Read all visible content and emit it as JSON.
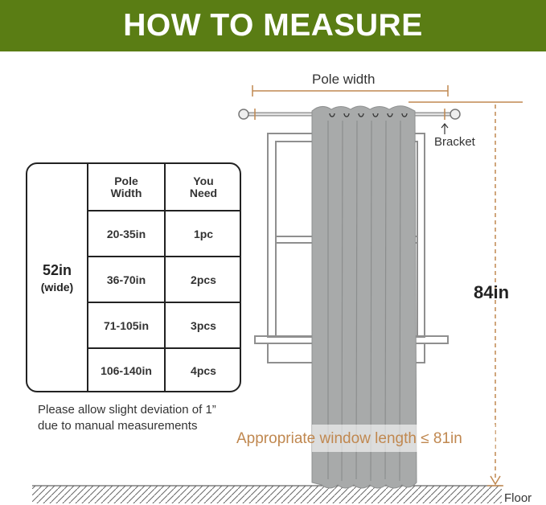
{
  "header": {
    "title": "HOW TO MEASURE"
  },
  "diagram": {
    "pole_width_label": "Pole width",
    "bracket_label": "Bracket",
    "height_label": "84in",
    "window_length_label": "Appropriate window length ≤ 81in",
    "floor_label": "Floor",
    "colors": {
      "banner": "#5a7d14",
      "measure": "#c08850",
      "curtain": "#a8aaaa",
      "window_frame": "#8f8f8f"
    }
  },
  "size_table": {
    "curtain_size": "52in",
    "curtain_size_note": "(wide)",
    "col_headers": [
      "Pole\nWidth",
      "You\nNeed"
    ],
    "rows": [
      {
        "pole_width": "20-35in",
        "need": "1pc"
      },
      {
        "pole_width": "36-70in",
        "need": "2pcs"
      },
      {
        "pole_width": "71-105in",
        "need": "3pcs"
      },
      {
        "pole_width": "106-140in",
        "need": "4pcs"
      }
    ]
  },
  "note": {
    "line1": "Please allow slight deviation of 1”",
    "line2": "due to manual measurements"
  }
}
